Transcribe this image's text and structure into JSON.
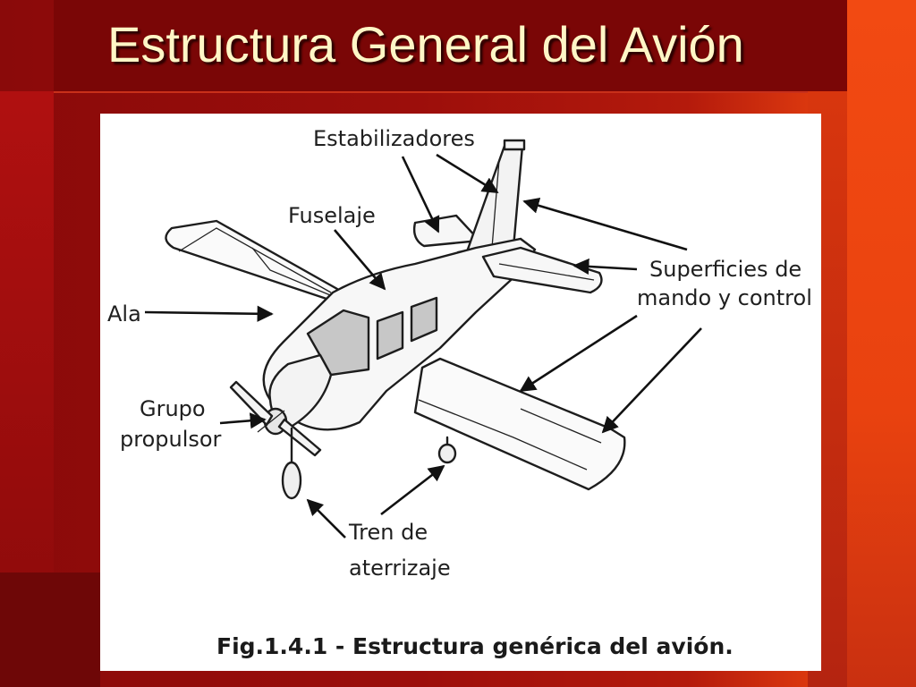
{
  "slide": {
    "title": "Estructura General del Avión"
  },
  "diagram": {
    "labels": {
      "stabilizers": "Estabilizadores",
      "fuselage": "Fuselaje",
      "wing": "Ala",
      "control_line1": "Superficies de",
      "control_line2": "mando y control",
      "propulsion_line1": "Grupo",
      "propulsion_line2": "propulsor",
      "gear_line1": "Tren de",
      "gear_line2": "aterrizaje"
    },
    "caption": "Fig.1.4.1 - Estructura genérica del avión."
  },
  "colors": {
    "title_text": "#fff6c6",
    "background_dark": "#8a0a0a",
    "background_bright": "#f24c12",
    "panel": "#ffffff",
    "window_glass": "#c7c7c7",
    "line_art": "#1d1d1d"
  }
}
